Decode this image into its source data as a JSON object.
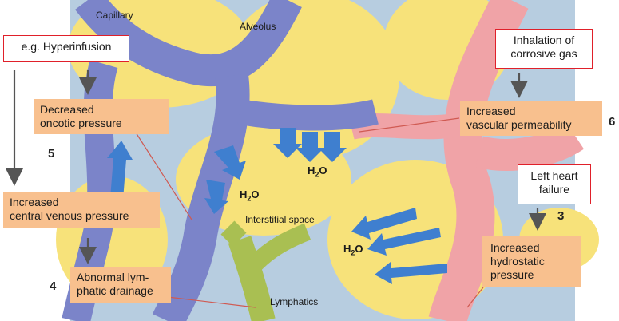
{
  "labels": {
    "capillary": "Capillary",
    "alveolus": "Alveolus",
    "interstitial": "Interstitial space",
    "lymphatics": "Lymphatics"
  },
  "water": {
    "h": "H",
    "sub": "2",
    "o": "O"
  },
  "boxes": {
    "hyperinfusion": [
      "e.g. Hyperinfusion"
    ],
    "corrosive_gas": [
      "Inhalation of",
      "corrosive gas"
    ],
    "oncotic": [
      "Decreased",
      "oncotic pressure"
    ],
    "permeability": [
      "Increased",
      "vascular permeability"
    ],
    "venous": [
      "Increased",
      "central venous pressure"
    ],
    "lymph": [
      "Abnormal lym-",
      "phatic drainage"
    ],
    "left_heart": [
      "Left heart",
      "failure"
    ],
    "hydrostatic": [
      "Increased",
      "hydrostatic",
      "pressure"
    ]
  },
  "numbers": {
    "n3": "3",
    "n4": "4",
    "n5": "5",
    "n6": "6"
  },
  "colors": {
    "alveolus": "#f7e27a",
    "interstitium": "#b7cde0",
    "capillary_blue": "#7b84c9",
    "capillary_red": "#f0a3a7",
    "arrow_blue": "#3f7fcf",
    "lymph_green": "#a9bf52",
    "box_orange": "#f8c08e",
    "box_border": "#e0202a"
  }
}
